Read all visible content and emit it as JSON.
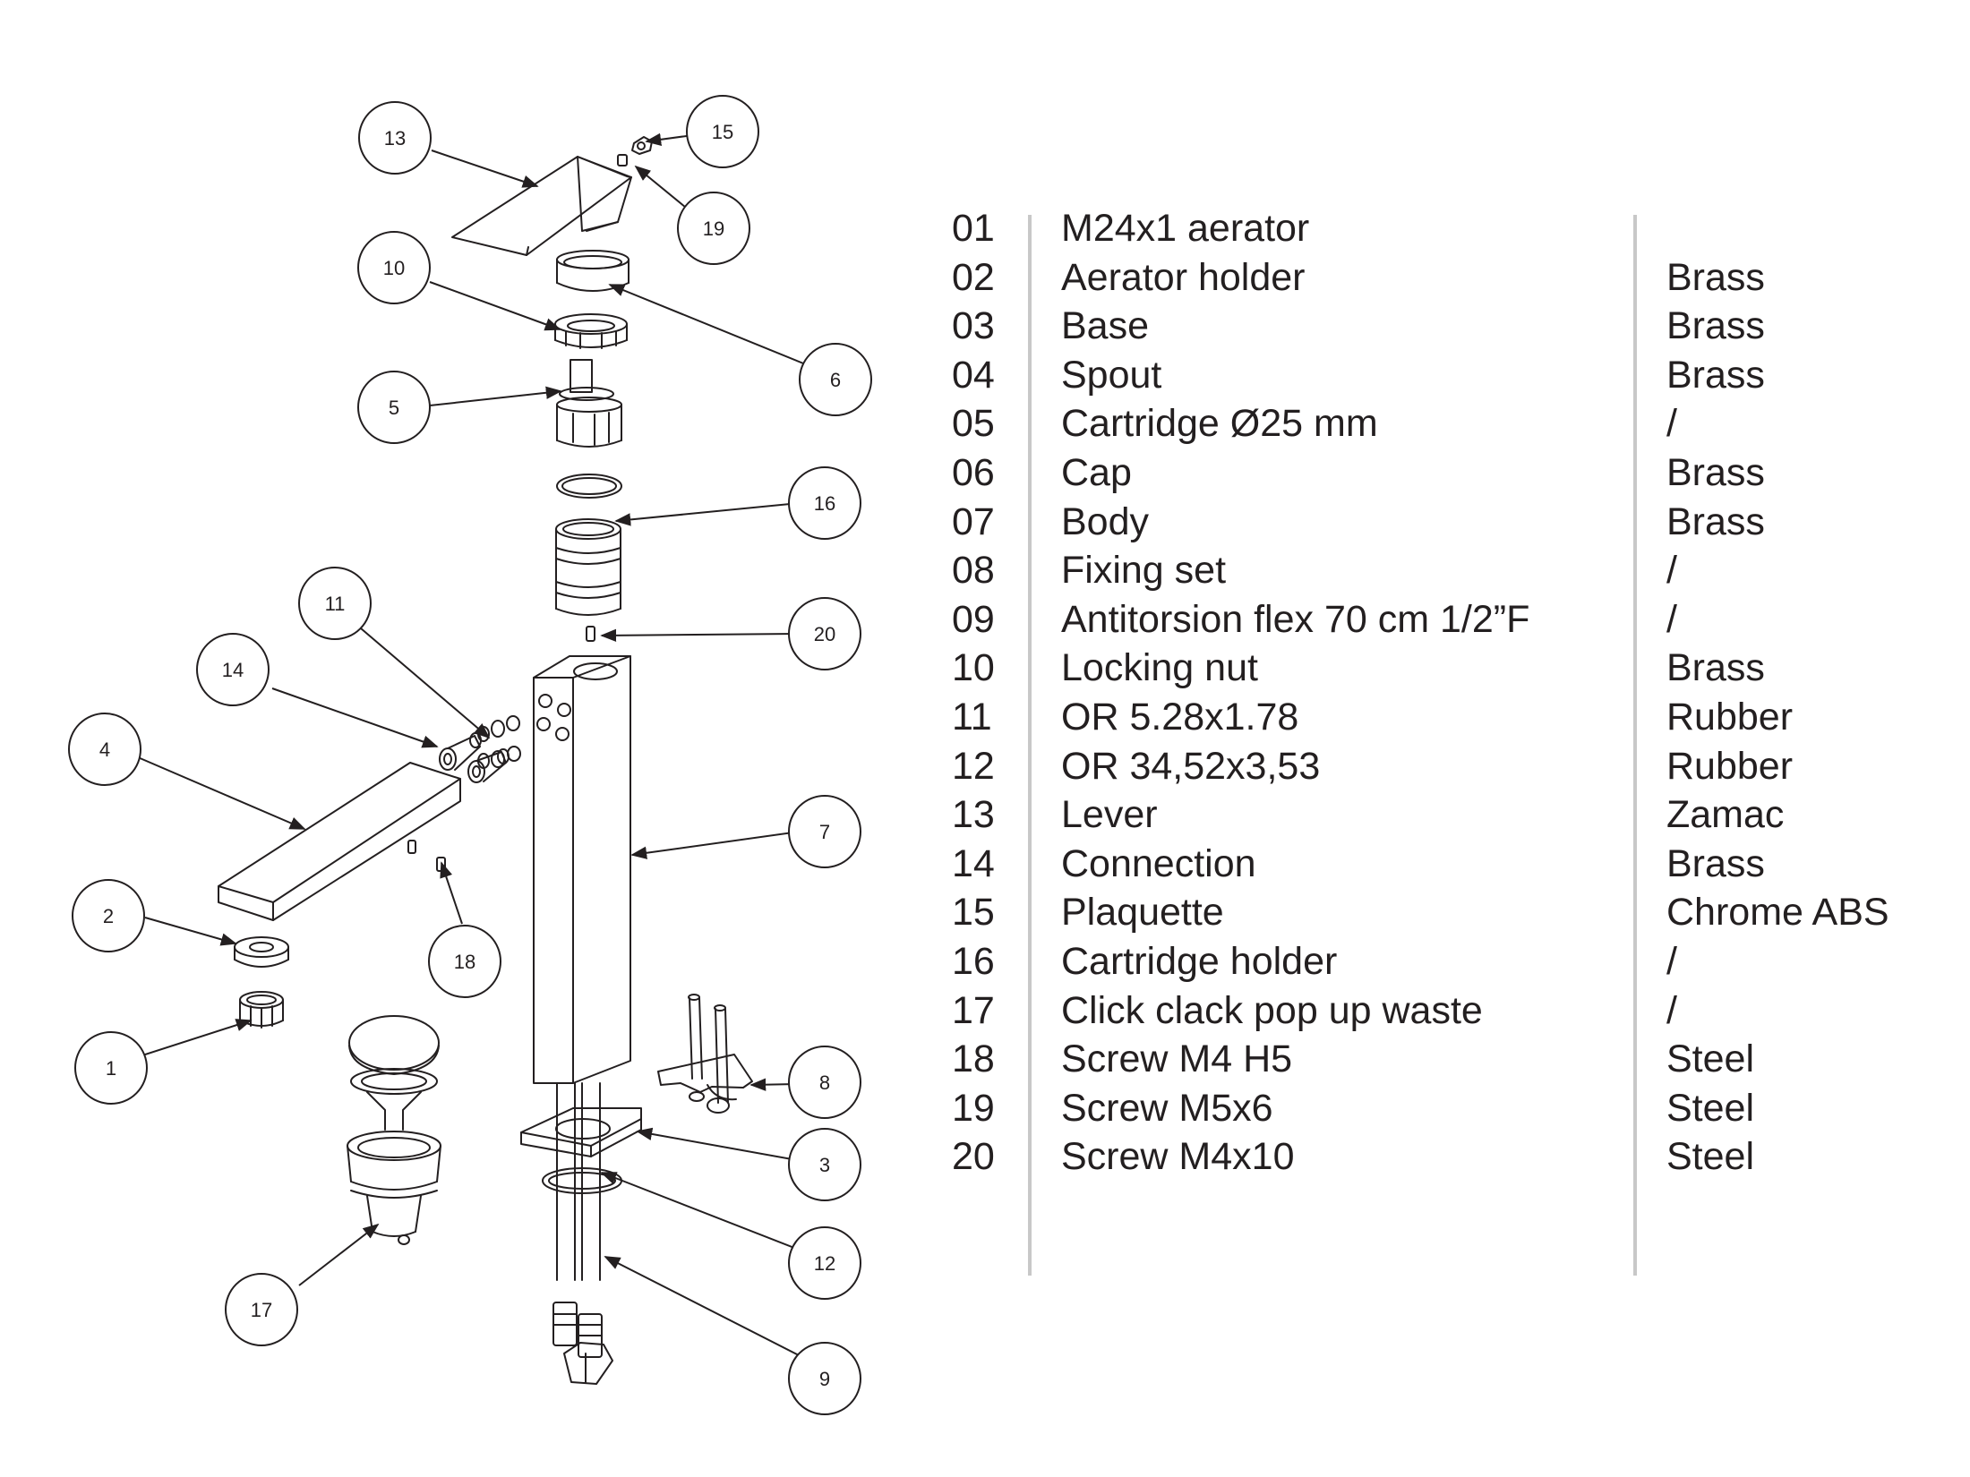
{
  "callouts": [
    "1",
    "2",
    "3",
    "4",
    "5",
    "6",
    "7",
    "8",
    "9",
    "10",
    "11",
    "12",
    "13",
    "14",
    "15",
    "16",
    "17",
    "18",
    "19",
    "20"
  ],
  "parts": [
    {
      "num": "01",
      "desc": "M24x1 aerator",
      "mat": ""
    },
    {
      "num": "02",
      "desc": "Aerator holder",
      "mat": "Brass"
    },
    {
      "num": "03",
      "desc": "Base",
      "mat": "Brass"
    },
    {
      "num": "04",
      "desc": "Spout",
      "mat": "Brass"
    },
    {
      "num": "05",
      "desc": "Cartridge Ø25 mm",
      "mat": "/"
    },
    {
      "num": "06",
      "desc": "Cap",
      "mat": "Brass"
    },
    {
      "num": "07",
      "desc": "Body",
      "mat": "Brass"
    },
    {
      "num": "08",
      "desc": "Fixing set",
      "mat": "/"
    },
    {
      "num": "09",
      "desc": "Antitorsion flex 70 cm 1/2”F",
      "mat": "/"
    },
    {
      "num": "10",
      "desc": "Locking nut",
      "mat": "Brass"
    },
    {
      "num": "11",
      "desc": "OR 5.28x1.78",
      "mat": "Rubber"
    },
    {
      "num": "12",
      "desc": "OR 34,52x3,53",
      "mat": "Rubber"
    },
    {
      "num": "13",
      "desc": "Lever",
      "mat": "Zamac"
    },
    {
      "num": "14",
      "desc": "Connection",
      "mat": "Brass"
    },
    {
      "num": "15",
      "desc": "Plaquette",
      "mat": "Chrome ABS"
    },
    {
      "num": "16",
      "desc": "Cartridge holder",
      "mat": "/"
    },
    {
      "num": "17",
      "desc": "Click clack pop up waste",
      "mat": "/"
    },
    {
      "num": "18",
      "desc": "Screw M4 H5",
      "mat": "Steel"
    },
    {
      "num": "19",
      "desc": "Screw M5x6",
      "mat": "Steel"
    },
    {
      "num": "20",
      "desc": "Screw M4x10",
      "mat": "Steel"
    }
  ]
}
